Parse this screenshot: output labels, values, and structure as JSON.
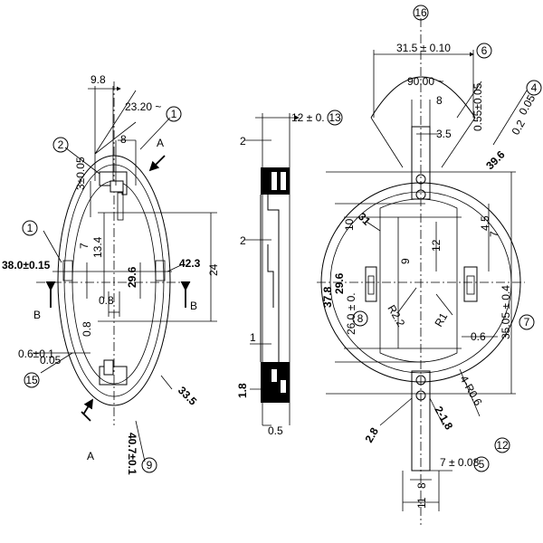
{
  "front_view": {
    "dim_9_8": "9.8",
    "dim_23_20": "23.20 ~",
    "dim_8": "8",
    "dim_3_0_05": "3±0.05",
    "dim_13_4": "13.4",
    "dim_7": "7",
    "dim_24": "24",
    "dim_0_8_a": "0.8",
    "dim_0_8_b": "0.8",
    "dim_29_6": "29.6",
    "dim_38_0": "38.0±0.15",
    "dim_42_3": "42.3",
    "dim_0_6": "0.6±0.1",
    "dim_0_05": "0.05",
    "dim_33_5": "33.5",
    "dim_40_7": "40.7±0.1",
    "section_a_top": "A",
    "section_a_bottom": "A",
    "section_b_left": "B",
    "section_b_right": "B",
    "callout_1_top": "1",
    "callout_1_left": "1",
    "callout_2": "2",
    "callout_15": "15",
    "callout_9": "9"
  },
  "side_view": {
    "dim_12": "12 ± 0.",
    "callout_13": "13",
    "dim_2_a": "2",
    "dim_2_b": "2",
    "dim_1": "1",
    "dim_1_8": "1.8",
    "dim_0_5": "0.5"
  },
  "right_view": {
    "callout_16": "16",
    "dim_31_5": "31.5 ± 0.10",
    "callout_6": "6",
    "dim_90": "90.00 ~",
    "dim_0_55": "0.55±0.05",
    "dim_8_top": "8",
    "dim_3_5": "3.5",
    "callout_4": "4",
    "dim_39_6": "39.6",
    "dim_0_2": "0.2",
    "dim_0_05_r": "0.05",
    "dim_31": "31",
    "dim_10": "10",
    "dim_4_5": "4.5",
    "dim_7": "7",
    "dim_12": "12",
    "dim_9": "9",
    "dim_37_8": "37.8",
    "dim_29_6": "29.6",
    "dim_26_0": "26.0 ± 0.",
    "callout_8": "8",
    "dim_35_05": "35.05 ± 0.4",
    "callout_7": "7",
    "dim_r2_2": "R2.2",
    "dim_r1": "R1",
    "dim_0_6": "0.6",
    "dim_4_r0_6": "4-R0.6",
    "callout_12": "12",
    "dim_2_8_a": "2.8",
    "dim_2_8_b": "2-1.8",
    "dim_7_008": "7 ± 0.08",
    "callout_5": "5",
    "dim_8_bottom": "8",
    "dim_11": "11"
  }
}
